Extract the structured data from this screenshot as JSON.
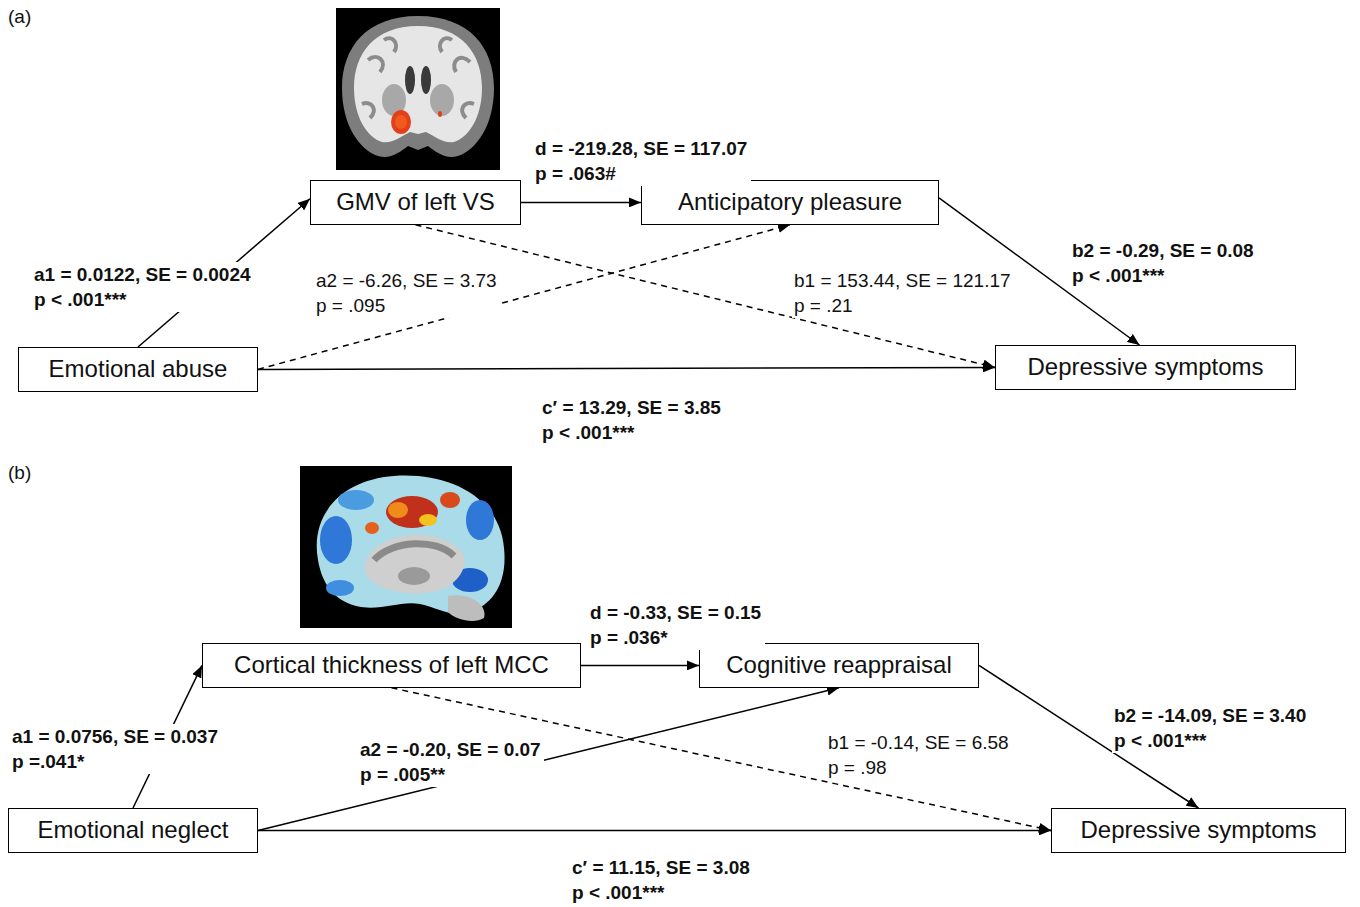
{
  "diagram": {
    "nodes": [
      {
        "text": [
          "GMV of left VS"
        ]
      },
      {
        "text": [
          "Anticipatory pleasure"
        ]
      },
      {
        "text": [
          "Emotional abuse"
        ]
      },
      {
        "text": [
          "Depressive symptoms"
        ]
      },
      {
        "text": [
          "Cortical thickness of left MCC"
        ]
      },
      {
        "text": [
          "Cognitive reappraisal"
        ]
      },
      {
        "text": [
          "Emotional neglect"
        ]
      },
      {
        "text": [
          "Depressive symptoms"
        ]
      }
    ],
    "edges": [
      {
        "from": 2,
        "to": 0,
        "arrow": "to",
        "label": "a1 = 0.0122, SE = 0.0024 p < .001***"
      },
      {
        "from": 0,
        "to": 1,
        "arrow": "to",
        "label": "d = -219.28, SE = 117.07 p = .063#"
      },
      {
        "from": 2,
        "to": 1,
        "arrow": "to",
        "label": "a2 = -6.26, SE = 3.73 p = .095"
      },
      {
        "from": 0,
        "to": 3,
        "arrow": "to",
        "label": "b1 = 153.44, SE = 121.17 p = .21"
      },
      {
        "from": 1,
        "to": 3,
        "arrow": "to",
        "label": "b2 = -0.29, SE = 0.08 p < .001***"
      },
      {
        "from": 2,
        "to": 3,
        "arrow": "to",
        "label": "c′ = 13.29, SE = 3.85 p < .001***"
      },
      {
        "from": 6,
        "to": 4,
        "arrow": "to",
        "label": "a1 = 0.0756, SE = 0.037 p =.041*"
      },
      {
        "from": 4,
        "to": 5,
        "arrow": "to",
        "label": "d = -0.33, SE = 0.15 p = .036*"
      },
      {
        "from": 6,
        "to": 5,
        "arrow": "to",
        "label": "a2 = -0.20, SE = 0.07 p = .005**"
      },
      {
        "from": 4,
        "to": 7,
        "arrow": "to",
        "label": "b1 = -0.14, SE = 6.58 p = .98"
      },
      {
        "from": 5,
        "to": 7,
        "arrow": "to",
        "label": "b2 = -14.09, SE = 3.40 p < .001***"
      },
      {
        "from": 6,
        "to": 7,
        "arrow": "to",
        "label": "c′ = 11.15, SE = 3.08 p < .001***"
      }
    ],
    "labels": [
      "(a)",
      "(b)"
    ]
  }
}
